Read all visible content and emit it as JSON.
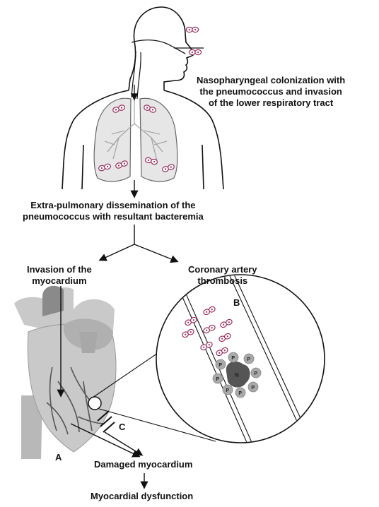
{
  "labels": {
    "colonization": [
      "Nasopharyngeal colonization with",
      "the pneumococcus and invasion",
      "of the lower respiratory tract"
    ],
    "dissemination": [
      "Extra-pulmonary dissemination of the",
      "pneumococcus with resultant bacteremia"
    ],
    "invasion": [
      "Invasion of the",
      "myocardium"
    ],
    "thrombosis": [
      "Coronary artery",
      "thrombosis"
    ],
    "damaged": "Damaged myocardium",
    "dysfunction": "Myocardial dysfunction"
  },
  "panel_letters": {
    "a": "A",
    "b": "B",
    "c": "C"
  },
  "platelet_letter": "P",
  "neutrophil_letter": "N",
  "colors": {
    "line": "#111111",
    "lung_fill": "#e6e6e6",
    "heart_fill": "#c9c9c9",
    "heart_dark": "#8a8a8a",
    "bacteria": "#9a2a5a",
    "neutrophil": "#555555",
    "platelet": "#a9a9a9"
  }
}
